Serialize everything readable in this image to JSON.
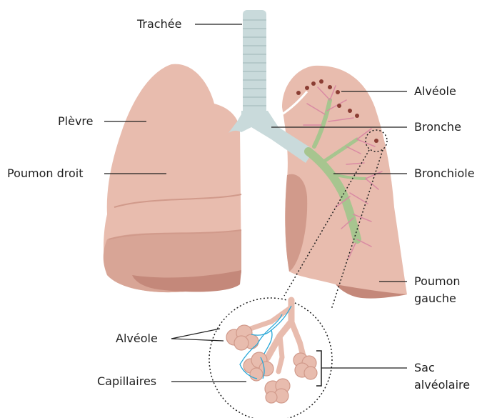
{
  "labels": {
    "trachea": "Trachée",
    "pleura": "Plèvre",
    "right_lung": "Poumon droit",
    "alveolus_top": "Alvéole",
    "bronchus": "Bronche",
    "bronchiole": "Bronchiole",
    "left_lung_line1": "Poumon",
    "left_lung_line2": "gauche",
    "alveolus_inset": "Alvéole",
    "capillaries": "Capillaires",
    "sac_line1": "Sac",
    "sac_line2": "alvéolaire"
  },
  "colors": {
    "lung_fill": "#e8bcae",
    "lung_shadow": "#d19a8b",
    "lung_dark": "#c4887a",
    "airway": "#c9dadb",
    "airway_ring": "#b4c8c9",
    "bronchiole_green": "#a7c58f",
    "vessel_pink": "#d98aa3",
    "alveolus_dot": "#8a3d33",
    "capillary_blue": "#2aa8d8",
    "leader_line": "#1f1f1f"
  }
}
